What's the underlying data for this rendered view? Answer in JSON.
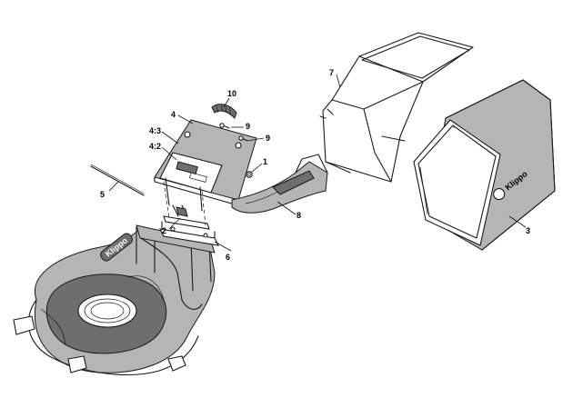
{
  "callouts": {
    "c1": "1",
    "c2": "2",
    "c3": "3",
    "c4": "4",
    "c4_2": "4:2",
    "c4_3": "4:3",
    "c5": "5",
    "c6": "6",
    "c7": "7",
    "c8": "8",
    "c9a": "9",
    "c9b": "9",
    "c10": "10"
  },
  "logos": {
    "bag_logo": "Klippo",
    "deck_logo": "Klippo"
  }
}
